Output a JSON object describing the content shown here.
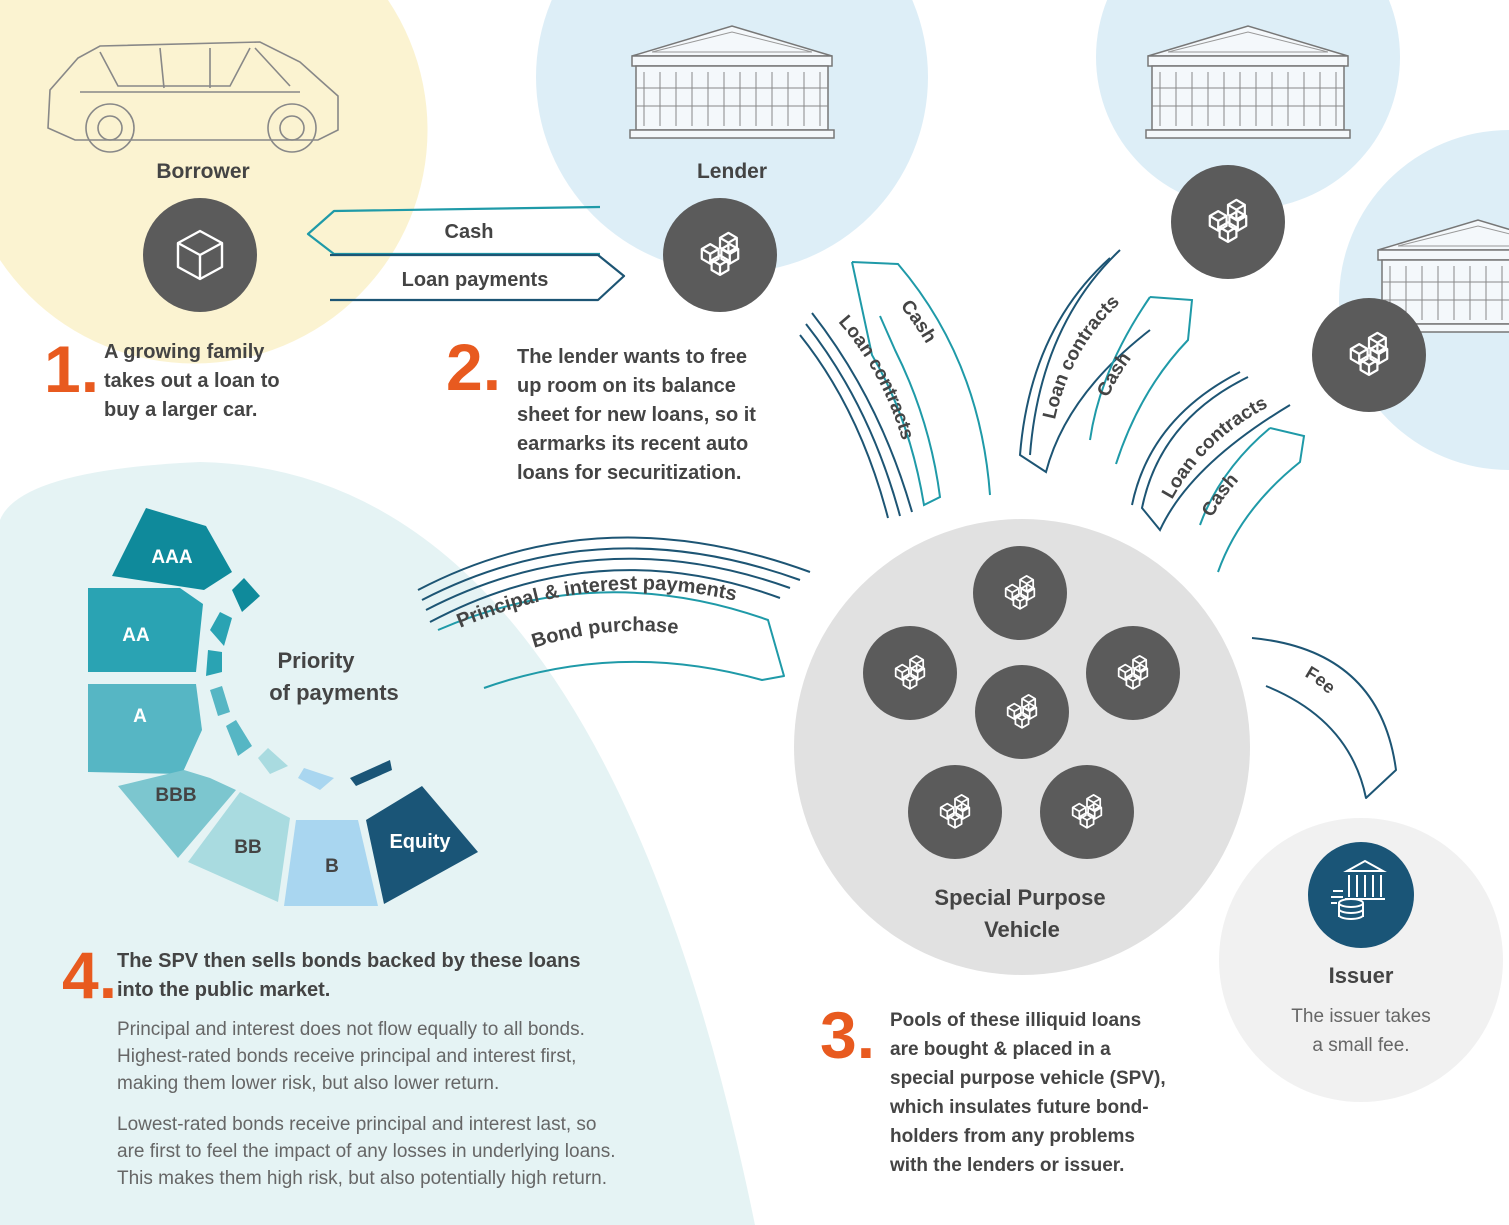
{
  "nodes": {
    "borrower": "Borrower",
    "lender": "Lender",
    "spv": [
      "Special Purpose",
      "Vehicle"
    ],
    "issuer": "Issuer",
    "issuer_note": [
      "The issuer takes",
      "a small fee."
    ]
  },
  "flows": {
    "cash": "Cash",
    "loan_payments": "Loan payments",
    "loan_contracts": "Loan contracts",
    "principal_interest": "Principal & interest payments",
    "bond_purchase": "Bond purchase",
    "fee": "Fee"
  },
  "steps": [
    {
      "number": "1.",
      "lines": [
        "A growing family",
        "takes out a loan to",
        "buy a larger car."
      ]
    },
    {
      "number": "2.",
      "lines": [
        "The lender wants to free",
        "up room on its balance",
        "sheet for new loans, so it",
        "earmarks its recent auto",
        "loans for securitization."
      ]
    },
    {
      "number": "3.",
      "lines": [
        "Pools of these illiquid loans",
        "are bought & placed in a",
        "special purpose vehicle (SPV),",
        "which insulates future bond-",
        "holders from any problems",
        "with the lenders or issuer."
      ]
    },
    {
      "number": "4.",
      "lines": [
        "The SPV then sells bonds backed by these loans",
        "into the public market."
      ]
    }
  ],
  "step4_paragraphs": [
    [
      "Principal and interest does not flow equally to all bonds.",
      "Highest-rated bonds receive principal and interest first,",
      "making them lower risk, but also lower return."
    ],
    [
      "Lowest-rated bonds receive principal and interest last, so",
      "are first to feel the impact of any losses in underlying loans.",
      "This makes them high risk, but also potentially high return."
    ]
  ],
  "priority_title": [
    "Priority",
    "of payments"
  ],
  "tranches": [
    {
      "label": "AAA",
      "color": "#0f8a9b",
      "text_color": "#ffffff"
    },
    {
      "label": "AA",
      "color": "#2aa3b3",
      "text_color": "#ffffff"
    },
    {
      "label": "A",
      "color": "#56b6c4",
      "text_color": "#ffffff"
    },
    {
      "label": "BBB",
      "color": "#7cc6cf",
      "text_color": "#444444"
    },
    {
      "label": "BB",
      "color": "#a9dbe0",
      "text_color": "#444444"
    },
    {
      "label": "B",
      "color": "#a9d6f0",
      "text_color": "#444444"
    },
    {
      "label": "Equity",
      "color": "#1a5577",
      "text_color": "#ffffff"
    }
  ],
  "colors": {
    "borrower_bg": "#fbf3d1",
    "lender_bg": "#ddeef7",
    "tranche_area_bg": "#e5f3f4",
    "spv_bg": "#e1e1e1",
    "issuer_bg": "#f1f1f1",
    "node_circle": "#5b5b5b",
    "issuer_circle": "#1a5577",
    "navy": "#1d5574",
    "teal": "#1f9aa8",
    "orange": "#e85a1f"
  },
  "icons": {
    "borrower_node": "cube-icon",
    "lender_node": "blocks-icon",
    "spv_nodes": "blocks-icon",
    "issuer_node": "bank-coins-icon",
    "borrower_image": "car-icon",
    "lender_image": "bank-building-icon"
  }
}
